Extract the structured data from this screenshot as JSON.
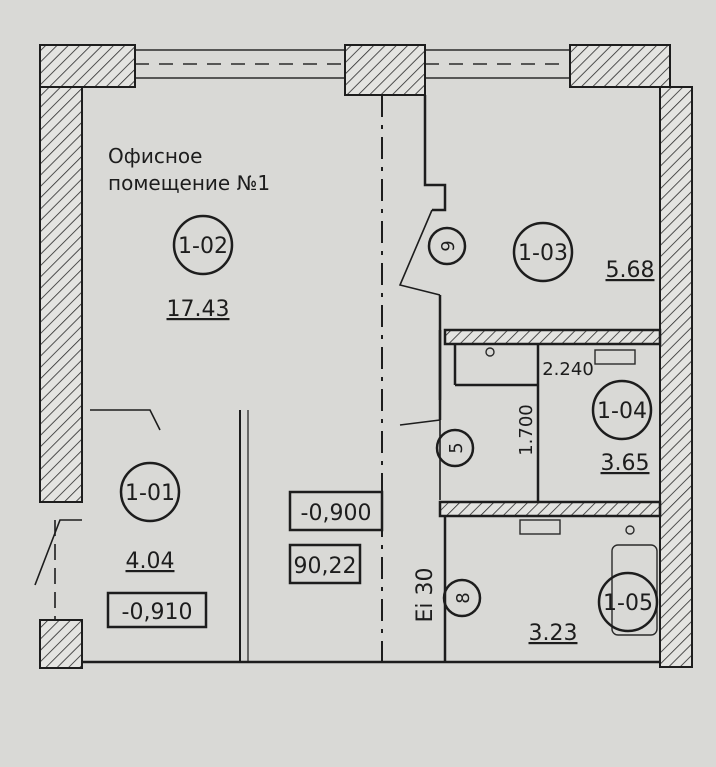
{
  "title_lines": [
    "Офисное",
    "помещение №1"
  ],
  "rooms": [
    {
      "id": "1-01",
      "area": "4.04"
    },
    {
      "id": "1-02",
      "area": "17.43"
    },
    {
      "id": "1-03",
      "area": "5.68"
    },
    {
      "id": "1-04",
      "area": "3.65"
    },
    {
      "id": "1-05",
      "area": "3.23"
    }
  ],
  "door_marks": [
    "9",
    "5",
    "8"
  ],
  "levels": {
    "main": "-0,900",
    "entry": "-0,910",
    "total_area": "90,22"
  },
  "dimensions": {
    "w1": "2.240",
    "h1": "1.700",
    "side_mark": "Ei 30"
  },
  "colors": {
    "background": "#d9d9d6",
    "ink": "#1d1d1d"
  }
}
